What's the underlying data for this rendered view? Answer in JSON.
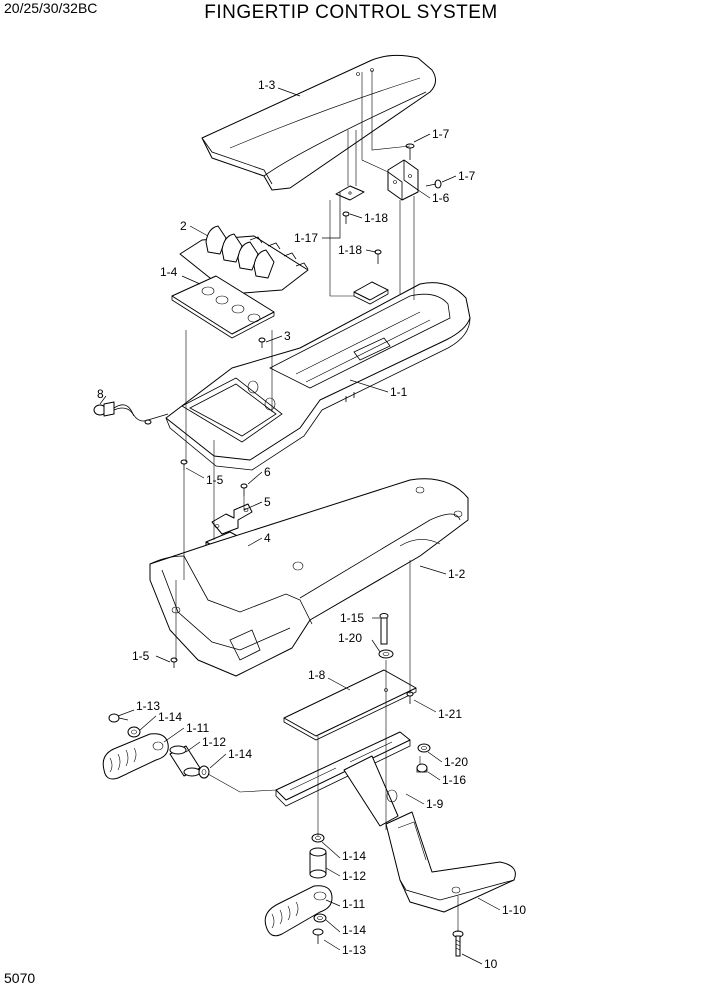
{
  "header": {
    "model": "20/25/30/32BC",
    "title": "FINGERTIP CONTROL SYSTEM"
  },
  "footer": {
    "page": "5070"
  },
  "callouts": [
    "1-3",
    "1-7",
    "1-7",
    "1-6",
    "1-18",
    "1-17",
    "1-18",
    "2",
    "1-4",
    "3",
    "8",
    "1-1",
    "1-5",
    "6",
    "5",
    "4",
    "1-2",
    "1-15",
    "1-20",
    "1-5",
    "1-8",
    "1-13",
    "1-14",
    "1-11",
    "1-12",
    "1-14",
    "1-21",
    "1-20",
    "1-16",
    "1-9",
    "1-14",
    "1-12",
    "1-11",
    "1-14",
    "1-13",
    "1-10",
    "10"
  ]
}
